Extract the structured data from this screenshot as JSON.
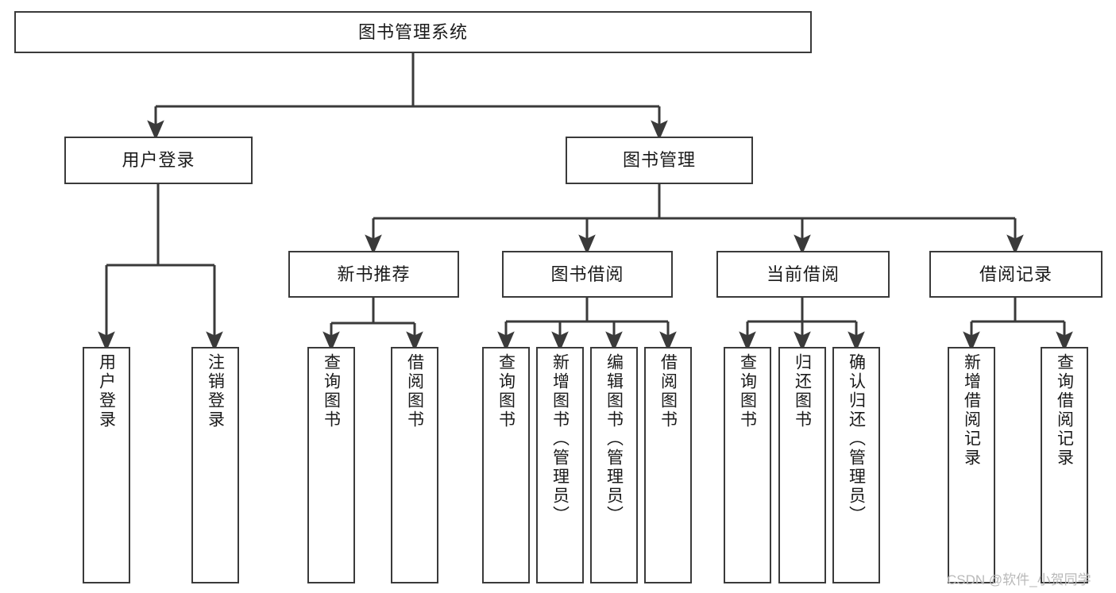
{
  "diagram": {
    "title": "图书管理系统",
    "type": "hierarchy-tree",
    "root": {
      "id": "root",
      "label": "图书管理系统"
    },
    "level2": [
      {
        "id": "user-login",
        "label": "用户登录"
      },
      {
        "id": "book-manage",
        "label": "图书管理"
      }
    ],
    "level3": [
      {
        "id": "new-book-recommend",
        "label": "新书推荐"
      },
      {
        "id": "book-borrow",
        "label": "图书借阅"
      },
      {
        "id": "current-borrow",
        "label": "当前借阅"
      },
      {
        "id": "borrow-record",
        "label": "借阅记录"
      }
    ],
    "leaves": [
      {
        "id": "leaf-user-login",
        "label": "用户登录",
        "parent": "user-login"
      },
      {
        "id": "leaf-logout",
        "label": "注销登录",
        "parent": "user-login"
      },
      {
        "id": "leaf-query-book-1",
        "label": "查询图书",
        "parent": "new-book-recommend"
      },
      {
        "id": "leaf-borrow-book-1",
        "label": "借阅图书",
        "parent": "new-book-recommend"
      },
      {
        "id": "leaf-query-book-2",
        "label": "查询图书",
        "parent": "book-borrow"
      },
      {
        "id": "leaf-add-book",
        "label": "新增图书（管理员）",
        "parent": "book-borrow"
      },
      {
        "id": "leaf-edit-book",
        "label": "编辑图书（管理员）",
        "parent": "book-borrow"
      },
      {
        "id": "leaf-borrow-book-2",
        "label": "借阅图书",
        "parent": "book-borrow"
      },
      {
        "id": "leaf-query-book-3",
        "label": "查询图书",
        "parent": "current-borrow"
      },
      {
        "id": "leaf-return-book",
        "label": "归还图书",
        "parent": "current-borrow"
      },
      {
        "id": "leaf-confirm-return",
        "label": "确认归还（管理员）",
        "parent": "current-borrow"
      },
      {
        "id": "leaf-add-record",
        "label": "新增借阅记录",
        "parent": "borrow-record"
      },
      {
        "id": "leaf-query-record",
        "label": "查询借阅记录",
        "parent": "borrow-record"
      }
    ]
  },
  "watermark": {
    "text": "CSDN @软件_小贺同学"
  },
  "colors": {
    "stroke": "#3a3a3a",
    "background": "#ffffff",
    "text": "#1a1a1a",
    "watermark": "#b9b9b9"
  }
}
